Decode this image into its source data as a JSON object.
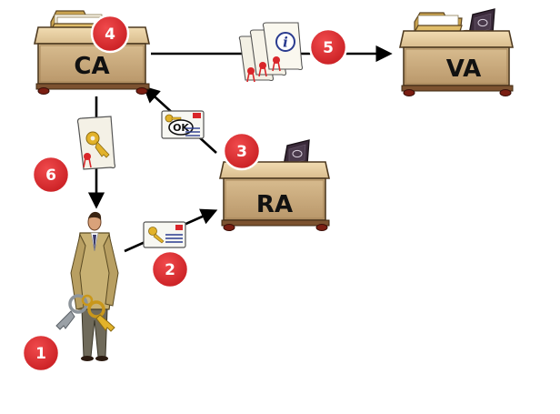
{
  "desks": {
    "ca": {
      "label": "CA"
    },
    "va": {
      "label": "VA"
    },
    "ra": {
      "label": "RA"
    }
  },
  "badges": {
    "b1": "1",
    "b2": "2",
    "b3": "3",
    "b4": "4",
    "b5": "5",
    "b6": "6"
  },
  "certificates": {
    "ok_mark": "OK",
    "info_mark": "i"
  },
  "colors": {
    "badge_red": "#d9262a",
    "desk_tan": "#d6b98c",
    "desk_dark": "#8b5e34",
    "arrow": "#000000",
    "key_gold": "#e2b22a",
    "key_grey": "#9aa0a6"
  },
  "icons": [
    "folder-icon",
    "document-stand-icon",
    "certificate-scroll-icon",
    "key-icon",
    "envelope-icon",
    "person-icon"
  ]
}
